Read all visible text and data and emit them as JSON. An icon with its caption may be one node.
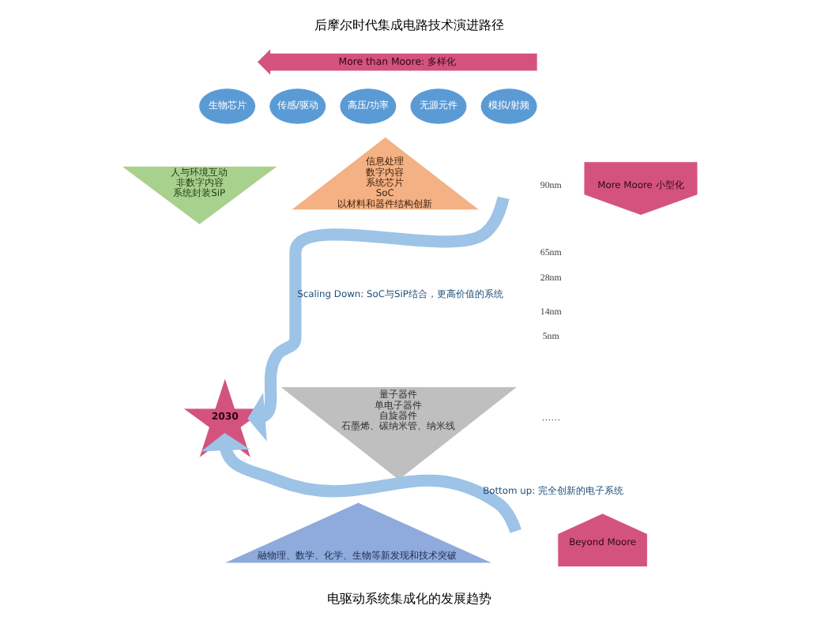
{
  "diagram": {
    "title": "后摩尔时代集成电路技术演进路径",
    "caption": "电驱动系统集成化的发展趋势",
    "nodes": [
      {
        "text": [
          "More than Moore: 多样化"
        ]
      },
      {
        "text": [
          "生物芯片"
        ]
      },
      {
        "text": [
          "传感/驱动"
        ]
      },
      {
        "text": [
          "高压/功率"
        ]
      },
      {
        "text": [
          "无源元件"
        ]
      },
      {
        "text": [
          "模拟/射频"
        ]
      },
      {
        "text": [
          "人与环境互动",
          "非数字内容",
          "系统封装SiP"
        ]
      },
      {
        "text": [
          "信息处理",
          "数字内容",
          "系统芯片",
          "SoC",
          "以材料和器件结构创新"
        ]
      },
      {
        "text": [
          "2030"
        ]
      },
      {
        "text": [
          "量子器件",
          "单电子器件",
          "自旋器件",
          "石墨烯、碳纳米管、纳米线"
        ]
      },
      {
        "text": [
          "融物理、数学、化学、生物等新发现和技术突破"
        ]
      },
      {
        "text": [
          "More Moore 小型化"
        ]
      },
      {
        "text": [
          "Beyond Moore"
        ]
      }
    ],
    "edges": [
      {
        "from": null,
        "to": 8,
        "arrow": "to",
        "label": "Scaling Down: SoC与SiP结合，更高价值的系统"
      },
      {
        "from": null,
        "to": 8,
        "arrow": "to",
        "label": "Bottom up: 完全创新的电子系统"
      }
    ],
    "labels": [
      "90nm",
      "65nm",
      "28nm",
      "14nm",
      "5nm",
      "……"
    ]
  }
}
